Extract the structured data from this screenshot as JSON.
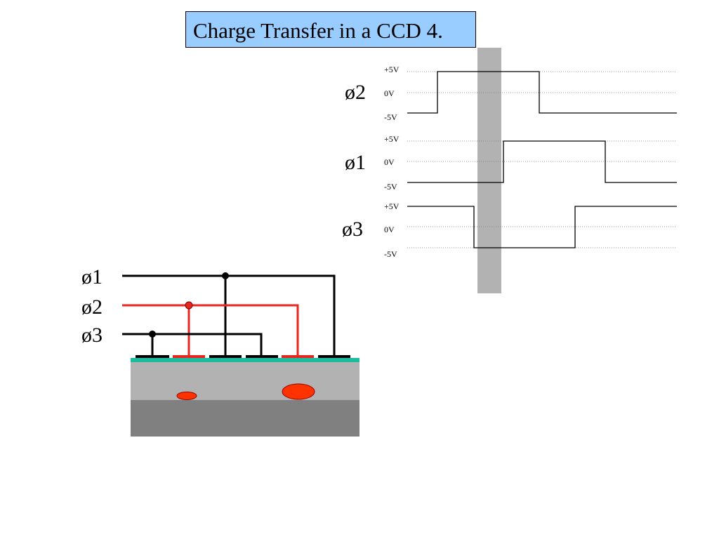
{
  "title": "Charge Transfer in a CCD 4.",
  "colors": {
    "title_bg": "#99ccff",
    "highlight_band": "#b2b2b2",
    "phase2_wire": "#e8261f",
    "charge_packet": "#ff3300",
    "oxide_layer": "#1abc9c",
    "upper_substrate": "#b2b2b2",
    "lower_substrate": "#808080"
  },
  "waveforms": [
    {
      "phase": "ø2",
      "levels": [
        "+5V",
        "0V",
        "-5V"
      ],
      "states": [
        "low",
        "high",
        "low"
      ]
    },
    {
      "phase": "ø1",
      "levels": [
        "+5V",
        "0V",
        "-5V"
      ],
      "states": [
        "low",
        "high",
        "low"
      ]
    },
    {
      "phase": "ø3",
      "levels": [
        "+5V",
        "0V",
        "-5V"
      ],
      "states": [
        "high",
        "low",
        "high"
      ]
    }
  ],
  "structure": {
    "wire_labels": [
      "ø1",
      "ø2",
      "ø3"
    ],
    "gate_phases": [
      "ø3",
      "ø2",
      "ø1",
      "ø3",
      "ø2",
      "ø1"
    ],
    "charge_packets": 2
  }
}
